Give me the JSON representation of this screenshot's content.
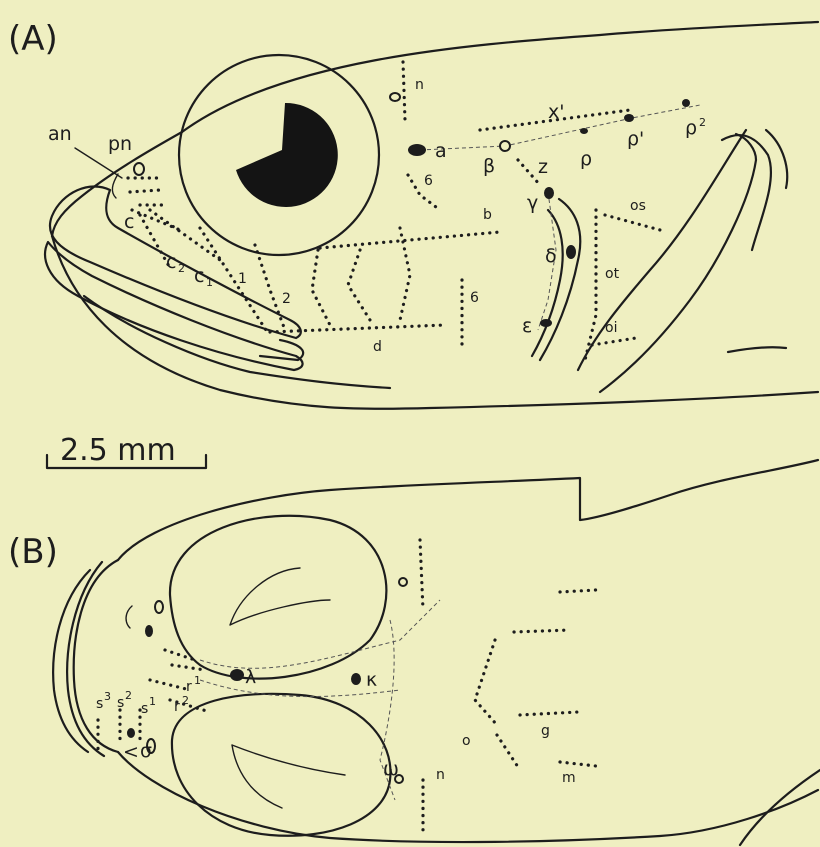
{
  "panel_a": {
    "panel_label": "(A)",
    "labels": {
      "an": "an",
      "pn": "pn",
      "c": "c",
      "c2": "c",
      "c2_sub": "2",
      "c1": "c",
      "c1_sub": "1",
      "one": "1",
      "two": "2",
      "six_upper": "6",
      "six_lower": "6",
      "n": "n",
      "a": "a",
      "x1": "x'",
      "beta": "β",
      "z": "z",
      "rho": "ρ",
      "rho1": "ρ'",
      "rho2": "ρ",
      "rho2_sup": "2",
      "gamma": "γ",
      "delta": "δ",
      "epsilon": "ε",
      "b": "b",
      "d": "d",
      "os": "os",
      "ot": "ot",
      "oi": "oi"
    }
  },
  "scale_bar": {
    "label": "2.5 mm"
  },
  "panel_b": {
    "panel_label": "(B)",
    "labels": {
      "lambda": "λ",
      "kappa": "κ",
      "omega": "ω",
      "n": "n",
      "o": "o",
      "g": "g",
      "m": "m",
      "sigma": "σ",
      "r1": "r",
      "r1_sup": "1",
      "r2": "r",
      "r2_sup": "2",
      "s1": "s",
      "s1_sup": "1",
      "s2": "s",
      "s2_sup": "2",
      "s3": "s",
      "s3_sup": "3"
    }
  }
}
